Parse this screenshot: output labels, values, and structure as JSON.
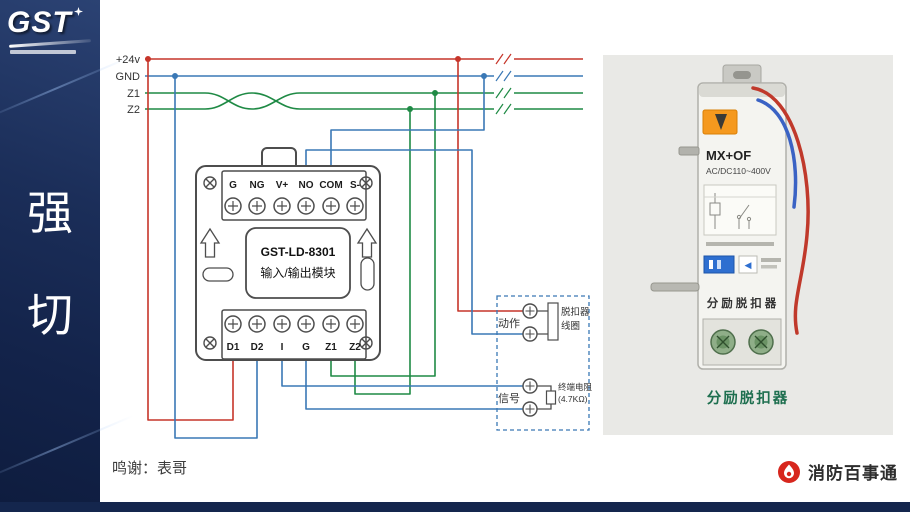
{
  "banner": {
    "logo_text": "GST",
    "title_chars": [
      "强",
      "切"
    ]
  },
  "bus": {
    "labels": [
      "+24v",
      "GND",
      "Z1",
      "Z2"
    ],
    "wire_colors": {
      "plus24v": "#c6352a",
      "gnd": "#3a78b5",
      "signal_bus": "#1f8a45"
    }
  },
  "module": {
    "model": "GST-LD-8301",
    "name": "输入/输出模块",
    "top_terminals": [
      "G",
      "NG",
      "V+",
      "NO",
      "COM",
      "S-"
    ],
    "bottom_terminals": [
      "D1",
      "D2",
      "I",
      "G",
      "Z1",
      "Z2"
    ]
  },
  "external_device": {
    "action_label": "动作",
    "coil_label": [
      "脱扣器",
      "线圈"
    ],
    "signal_label": "信号",
    "resistor_label": [
      "终端电阻",
      "(4.7KΩ)"
    ]
  },
  "product_panel": {
    "model": "MX+OF",
    "rating": "AC/DC110~400V",
    "body_text": "分励脱扣器",
    "caption": "分励脱扣器"
  },
  "footer": {
    "credit": "鸣谢：表哥",
    "brand": "消防百事通"
  }
}
